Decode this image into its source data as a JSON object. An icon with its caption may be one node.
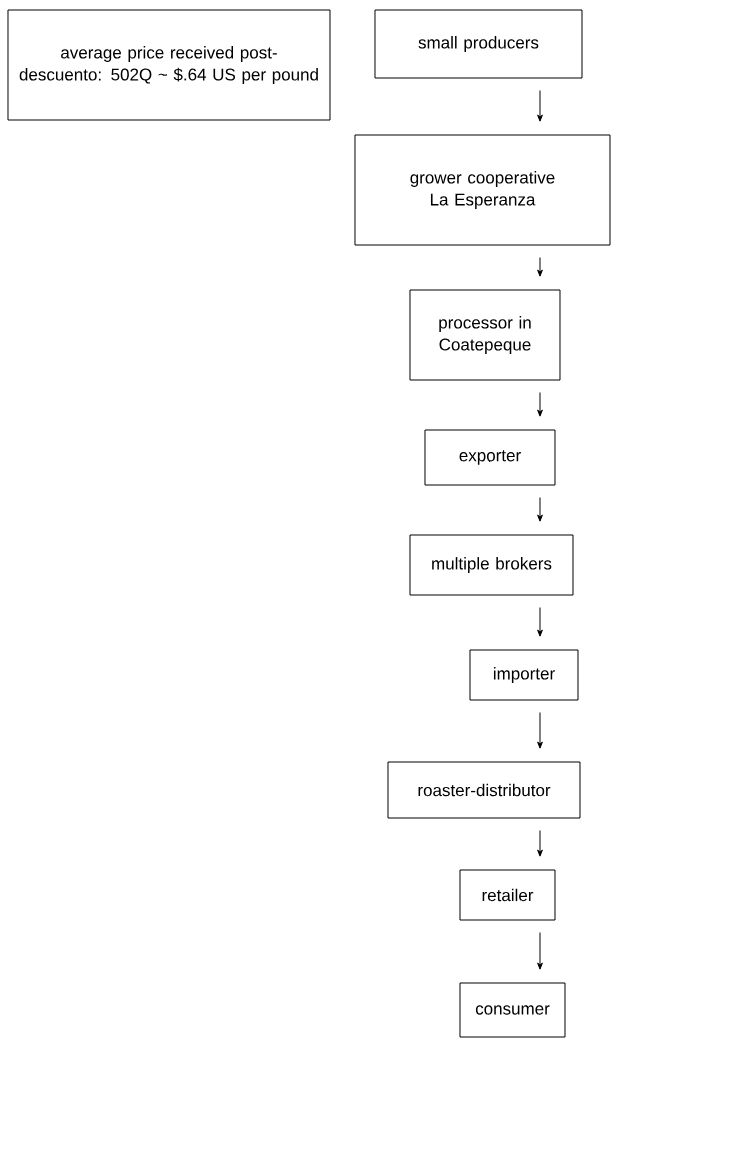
{
  "diagram": {
    "nodes": [
      {
        "text": [
          "average price received post-descuento: 502Q ~ $.64 US per pound"
        ]
      },
      {
        "text": [
          "small producers"
        ]
      },
      {
        "text": [
          "grower cooperative La Esperanza"
        ]
      },
      {
        "text": [
          "processor in Coatepeque"
        ]
      },
      {
        "text": [
          "exporter"
        ]
      },
      {
        "text": [
          "multiple brokers"
        ]
      },
      {
        "text": [
          "importer"
        ]
      },
      {
        "text": [
          "roaster-distributor"
        ]
      },
      {
        "text": [
          "retailer"
        ]
      },
      {
        "text": [
          "consumer"
        ]
      }
    ],
    "edges": [
      {
        "from": 1,
        "to": 2,
        "arrow": "to"
      },
      {
        "from": 2,
        "to": 3,
        "arrow": "to"
      },
      {
        "from": 3,
        "to": 4,
        "arrow": "to"
      },
      {
        "from": 4,
        "to": 5,
        "arrow": "to"
      },
      {
        "from": 5,
        "to": 6,
        "arrow": "to"
      },
      {
        "from": 6,
        "to": 7,
        "arrow": "to"
      },
      {
        "from": 7,
        "to": 8,
        "arrow": "to"
      },
      {
        "from": 8,
        "to": 9,
        "arrow": "to"
      }
    ]
  }
}
